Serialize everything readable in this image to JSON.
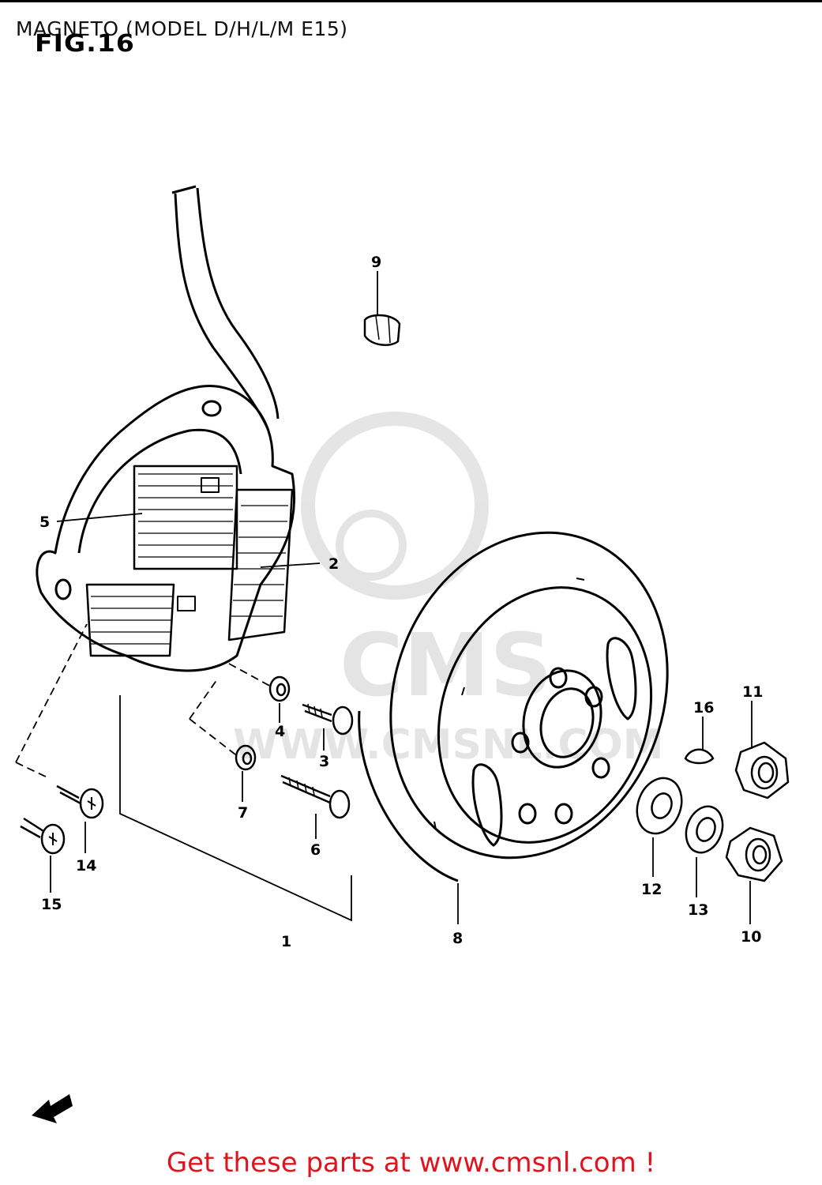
{
  "header": {
    "title": "MAGNETO (MODEL D/H/L/M E15)",
    "figure": "FIG.16"
  },
  "watermark": {
    "brand": "CMS",
    "url": "WWW.CMSNL.COM"
  },
  "callouts": {
    "p1": "1",
    "p2": "2",
    "p3": "3",
    "p4": "4",
    "p5": "5",
    "p6": "6",
    "p7": "7",
    "p8": "8",
    "p9": "9",
    "p10": "10",
    "p11": "11",
    "p12": "12",
    "p13": "13",
    "p14": "14",
    "p15": "15",
    "p16": "16"
  },
  "footer": {
    "link_text": "Get these parts at www.cmsnl.com !",
    "color": "#e0141e"
  },
  "icons": {
    "direction_arrow": "left-arrow-icon"
  }
}
